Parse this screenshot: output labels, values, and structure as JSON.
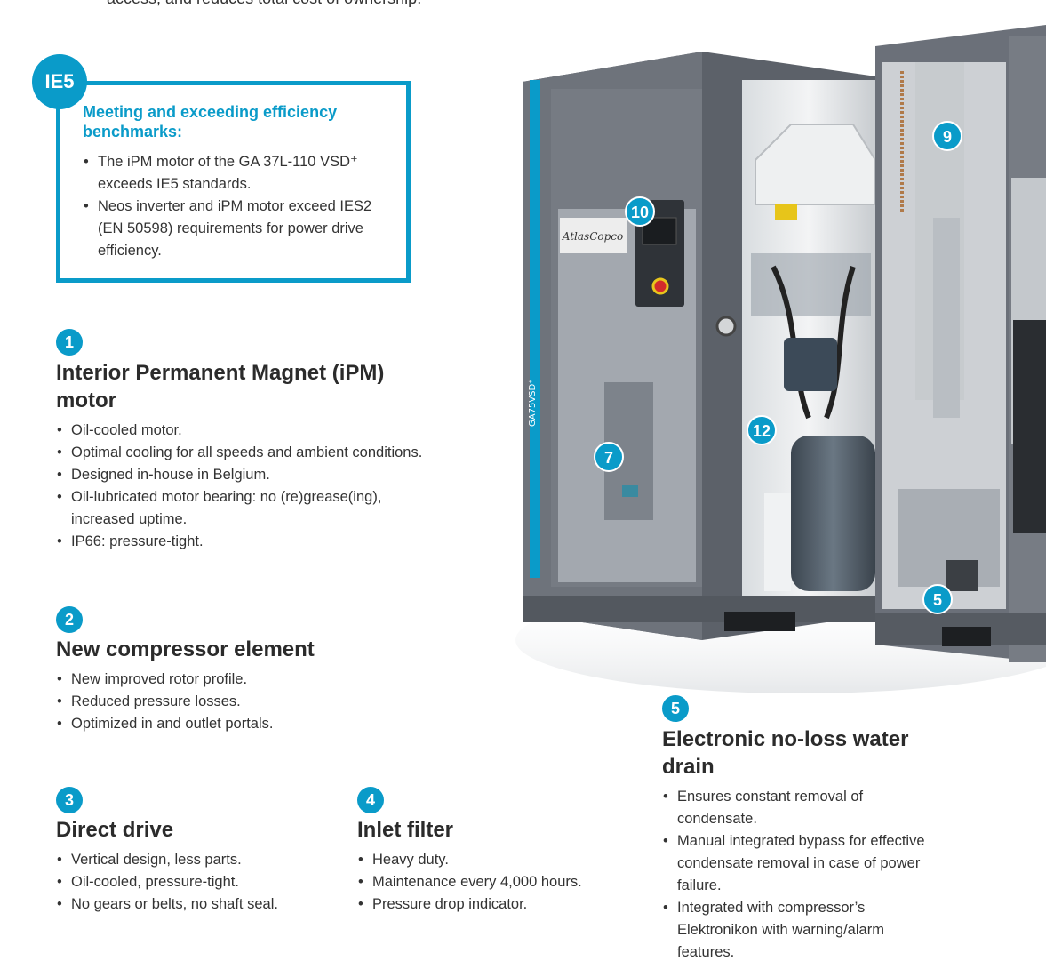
{
  "intro_fragment": "access, and reduces total cost of ownership.",
  "ie5": {
    "badge": "IE5",
    "heading": "Meeting and exceeding efficiency benchmarks:",
    "items": [
      "The iPM motor of the GA 37L-110 VSD⁺ exceeds IE5 standards.",
      "Neos inverter and iPM motor exceed IES2 (EN 50598) requirements for power drive efficiency."
    ]
  },
  "sections": [
    {
      "number": "1",
      "title": "Interior Permanent Magnet (iPM) motor",
      "items": [
        "Oil-cooled motor.",
        "Optimal cooling for all speeds and ambient conditions.",
        "Designed in-house in Belgium.",
        "Oil-lubricated motor bearing: no (re)grease(ing), increased uptime.",
        "IP66: pressure-tight."
      ]
    },
    {
      "number": "2",
      "title": "New compressor element",
      "items": [
        "New improved rotor profile.",
        "Reduced pressure losses.",
        "Optimized in and outlet portals."
      ]
    },
    {
      "number": "3",
      "title": "Direct drive",
      "items": [
        "Vertical design, less parts.",
        "Oil-cooled, pressure-tight.",
        "No gears or belts, no shaft seal."
      ]
    },
    {
      "number": "4",
      "title": "Inlet filter",
      "items": [
        "Heavy duty.",
        "Maintenance every 4,000 hours.",
        "Pressure drop indicator."
      ]
    },
    {
      "number": "5",
      "title": "Electronic no-loss water drain",
      "items": [
        "Ensures constant removal of condensate.",
        "Manual integrated bypass for effective condensate removal in case of power failure.",
        "Integrated with compressor’s Elektronikon with warning/alarm features."
      ]
    }
  ],
  "photo": {
    "brand_plate": "AtlasCopco",
    "model_label": "GA75VSD⁺",
    "callouts": [
      "10",
      "12",
      "7",
      "9",
      "5"
    ]
  },
  "colors": {
    "accent": "#0a9bc9",
    "cabinet": "#6b7079",
    "cabinet_dark": "#4d5259"
  }
}
